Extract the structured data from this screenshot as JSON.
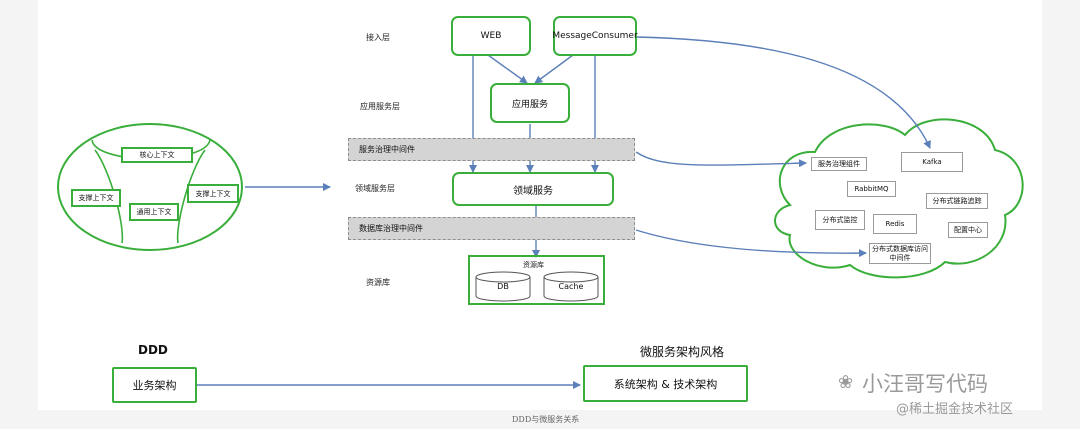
{
  "layers": {
    "access": "接入层",
    "application": "应用服务层",
    "domain": "领域服务层",
    "repository": "资源库"
  },
  "boxes": {
    "web": "WEB",
    "message_consumer": "MessageConsumer",
    "app_service": "应用服务",
    "domain_service": "领域服务",
    "repository_title": "资源库",
    "db": "DB",
    "cache": "Cache"
  },
  "middleware": {
    "service_governance": "服务治理中间件",
    "db_governance": "数据库治理中间件"
  },
  "contexts": {
    "core": "核心上下文",
    "support_left": "支撑上下文",
    "generic": "通用上下文",
    "support_right": "支撑上下文"
  },
  "cloud": {
    "items": {
      "service_component": "服务治理组件",
      "kafka": "Kafka",
      "rabbitmq": "RabbitMQ",
      "tracing": "分布式链路追踪",
      "monitoring": "分布式监控",
      "redis": "Redis",
      "config": "配置中心",
      "db_middleware": "分布式数据库访问中间件"
    }
  },
  "bottom": {
    "ddd_title": "DDD",
    "business_arch": "业务架构",
    "micro_title": "微服务架构风格",
    "system_arch": "系统架构 & 技术架构"
  },
  "caption": "DDD与微服务关系",
  "watermark": {
    "line1": "小汪哥写代码",
    "line2": "@稀土掘金技术社区"
  },
  "colors": {
    "green": "#3aae3a",
    "arrow": "#5b7fb8",
    "middleware_fill": "#d4d4d4"
  }
}
